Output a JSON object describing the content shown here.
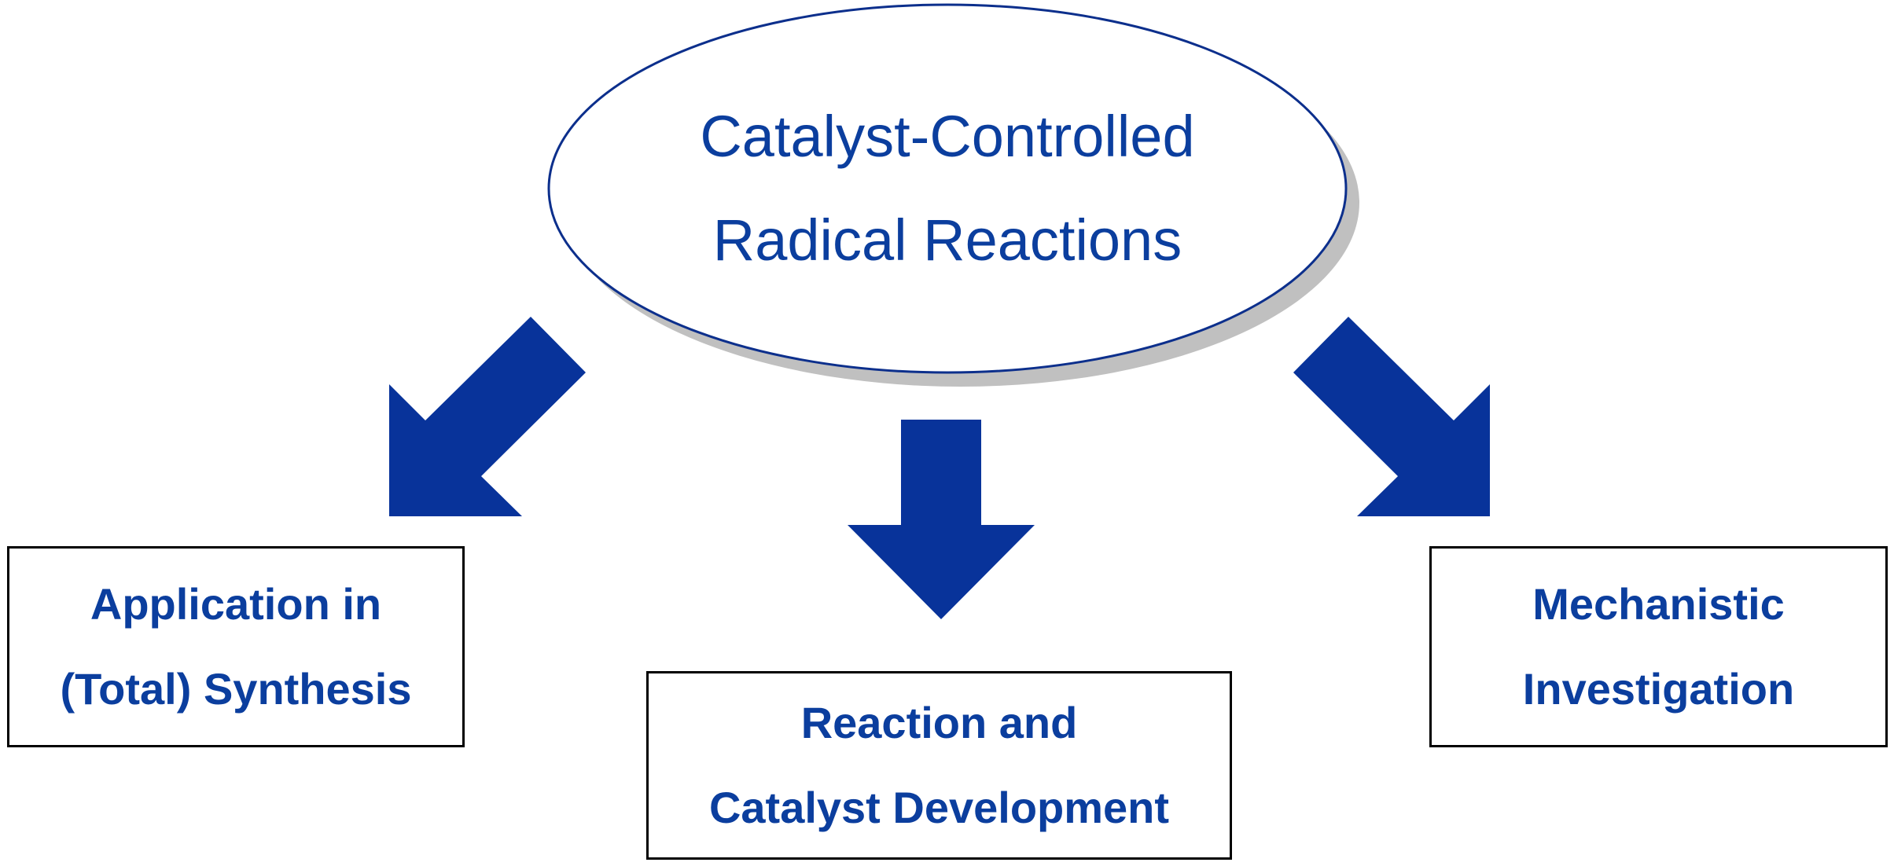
{
  "colors": {
    "text": "#0b3e9e",
    "arrow": "#08339a",
    "ellipse_stroke": "#0c2f8c",
    "ellipse_shadow": "#c0c0c0",
    "box_border": "#000000",
    "background": "#ffffff"
  },
  "central": {
    "lines": [
      "Catalyst-Controlled",
      "Radical Reactions"
    ]
  },
  "boxes": {
    "synthesis": {
      "lines": [
        "Application in",
        "(Total) Synthesis"
      ]
    },
    "development": {
      "lines": [
        "Reaction and",
        "Catalyst Development"
      ]
    },
    "mechanistic": {
      "lines": [
        "Mechanistic",
        "Investigation"
      ]
    }
  },
  "arrows": [
    {
      "name": "arrow-to-synthesis",
      "direction": "down-left"
    },
    {
      "name": "arrow-to-development",
      "direction": "down"
    },
    {
      "name": "arrow-to-mechanistic",
      "direction": "down-right"
    }
  ]
}
